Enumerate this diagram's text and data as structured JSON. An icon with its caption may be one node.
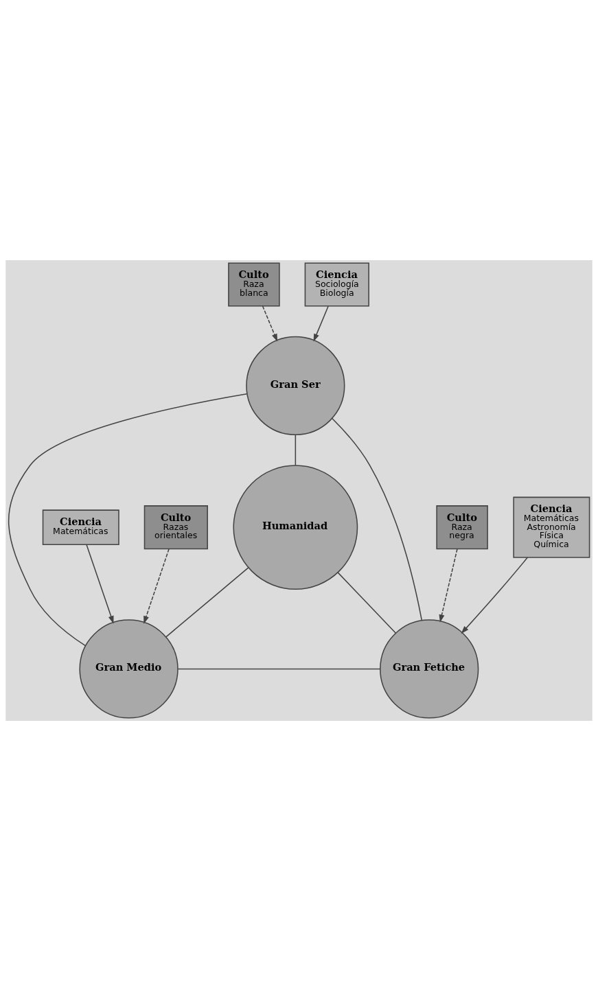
{
  "diagram": {
    "nodes": [
      {
        "text": [
          "Culto",
          "Raza blanca"
        ]
      },
      {
        "text": [
          "Ciencia",
          "Sociología Biología"
        ]
      },
      {
        "text": [
          "Gran Ser"
        ]
      },
      {
        "text": [
          "Humanidad"
        ]
      },
      {
        "text": [
          "Gran Medio"
        ]
      },
      {
        "text": [
          "Gran Fetiche"
        ]
      },
      {
        "text": [
          "Ciencia",
          "Matemáticas"
        ]
      },
      {
        "text": [
          "Culto",
          "Razas orientales"
        ]
      },
      {
        "text": [
          "Culto",
          "Raza negra"
        ]
      },
      {
        "text": [
          "Ciencia",
          "Matemáticas Astronomía Física Química"
        ]
      }
    ],
    "edges": [
      {
        "from": 0,
        "to": 2,
        "arrow": "to",
        "style": "dashed"
      },
      {
        "from": 1,
        "to": 2,
        "arrow": "to"
      },
      {
        "from": 2,
        "to": 3,
        "arrow": "none"
      },
      {
        "from": 2,
        "to": 4,
        "arrow": "none"
      },
      {
        "from": 2,
        "to": 5,
        "arrow": "none"
      },
      {
        "from": 3,
        "to": 4,
        "arrow": "none"
      },
      {
        "from": 3,
        "to": 5,
        "arrow": "none"
      },
      {
        "from": 4,
        "to": 5,
        "arrow": "none"
      },
      {
        "from": 6,
        "to": 4,
        "arrow": "to"
      },
      {
        "from": 7,
        "to": 4,
        "arrow": "to",
        "style": "dashed"
      },
      {
        "from": 8,
        "to": 5,
        "arrow": "to",
        "style": "dashed"
      },
      {
        "from": 9,
        "to": 5,
        "arrow": "to"
      }
    ]
  }
}
